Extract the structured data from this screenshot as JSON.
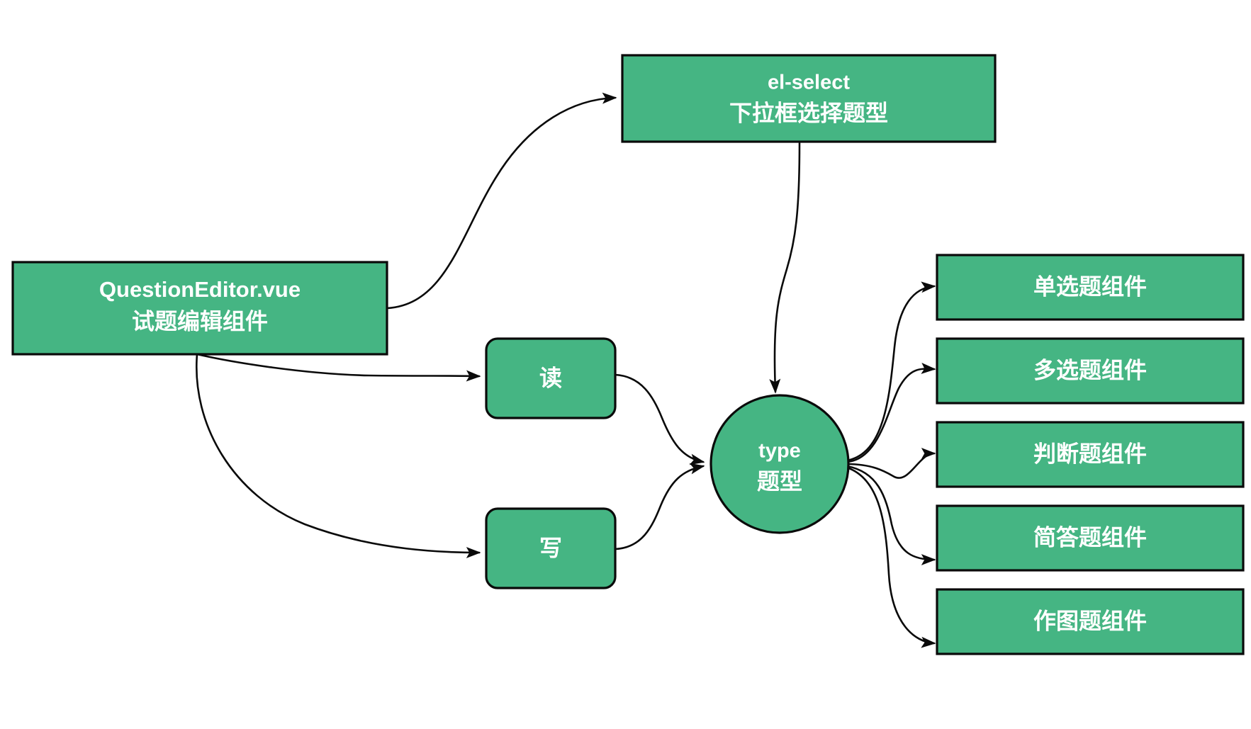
{
  "diagram": {
    "title": "QuestionEditor component structure flowchart",
    "background_color": "#ffffff",
    "node_fill_color": "#45b583",
    "node_border_color": "#0a0a0a",
    "node_text_color": "#ffffff",
    "edge_color": "#0a0a0a",
    "nodes": {
      "editor": {
        "line1": "QuestionEditor.vue",
        "line2": "试题编辑组件",
        "shape": "rectangle"
      },
      "select": {
        "line1": "el-select",
        "line2": "下拉框选择题型",
        "shape": "rectangle"
      },
      "read": {
        "label": "读",
        "shape": "rounded-rectangle"
      },
      "write": {
        "label": "写",
        "shape": "rounded-rectangle"
      },
      "type": {
        "line1": "type",
        "line2": "题型",
        "shape": "circle"
      },
      "components": [
        {
          "label": "单选题组件"
        },
        {
          "label": "多选题组件"
        },
        {
          "label": "判断题组件"
        },
        {
          "label": "简答题组件"
        },
        {
          "label": "作图题组件"
        }
      ]
    },
    "edges": [
      {
        "from": "editor",
        "to": "select",
        "style": "curved",
        "arrow": true
      },
      {
        "from": "editor",
        "to": "read",
        "style": "curved",
        "arrow": true
      },
      {
        "from": "editor",
        "to": "write",
        "style": "curved",
        "arrow": true
      },
      {
        "from": "select",
        "to": "type",
        "style": "curved",
        "arrow": true
      },
      {
        "from": "read",
        "to": "type",
        "style": "curved",
        "arrow": true
      },
      {
        "from": "write",
        "to": "type",
        "style": "curved",
        "arrow": true
      },
      {
        "from": "type",
        "to": "components.0",
        "style": "curved",
        "arrow": true
      },
      {
        "from": "type",
        "to": "components.1",
        "style": "curved",
        "arrow": true
      },
      {
        "from": "type",
        "to": "components.2",
        "style": "curved",
        "arrow": true
      },
      {
        "from": "type",
        "to": "components.3",
        "style": "curved",
        "arrow": true
      },
      {
        "from": "type",
        "to": "components.4",
        "style": "curved",
        "arrow": true
      }
    ]
  }
}
